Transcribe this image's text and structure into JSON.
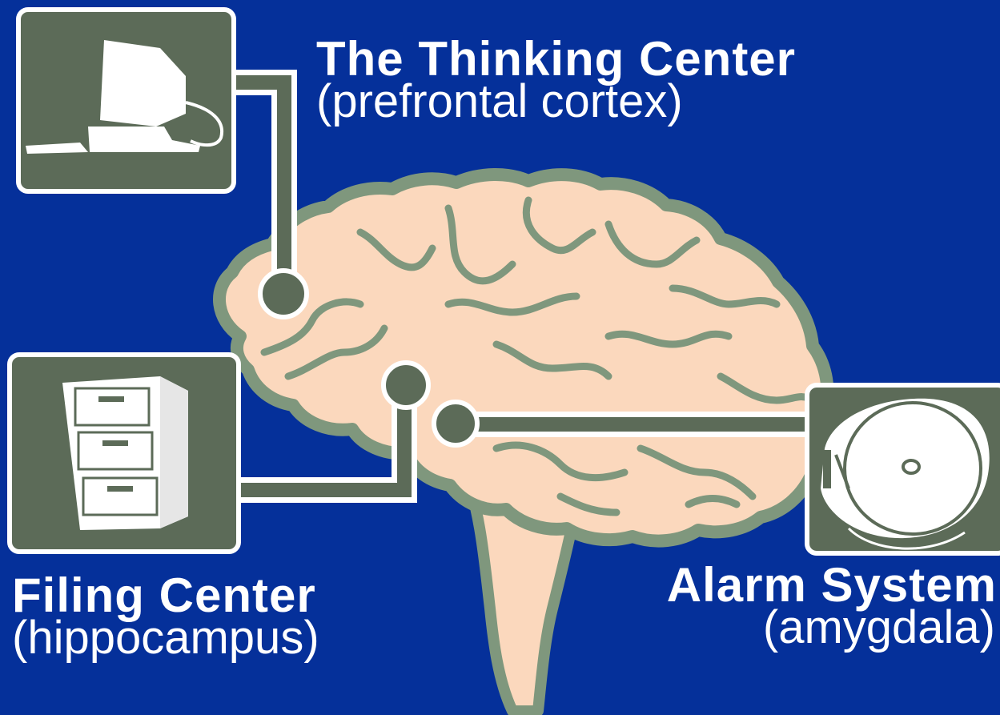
{
  "background_color": "#05309a",
  "colors": {
    "brain_fill": "#fbd8bd",
    "brain_outline": "#7f977d",
    "panel_green": "#5c6b58",
    "line_white": "#ffffff"
  },
  "regions": [
    {
      "key": "thinking",
      "title": "The Thinking Center",
      "subtitle": "(prefrontal cortex)",
      "icon": "computer-icon"
    },
    {
      "key": "filing",
      "title": "Filing Center",
      "subtitle": "(hippocampus)",
      "icon": "filing-cabinet-icon"
    },
    {
      "key": "alarm",
      "title": "Alarm System",
      "subtitle": "(amygdala)",
      "icon": "turntable-icon"
    }
  ]
}
